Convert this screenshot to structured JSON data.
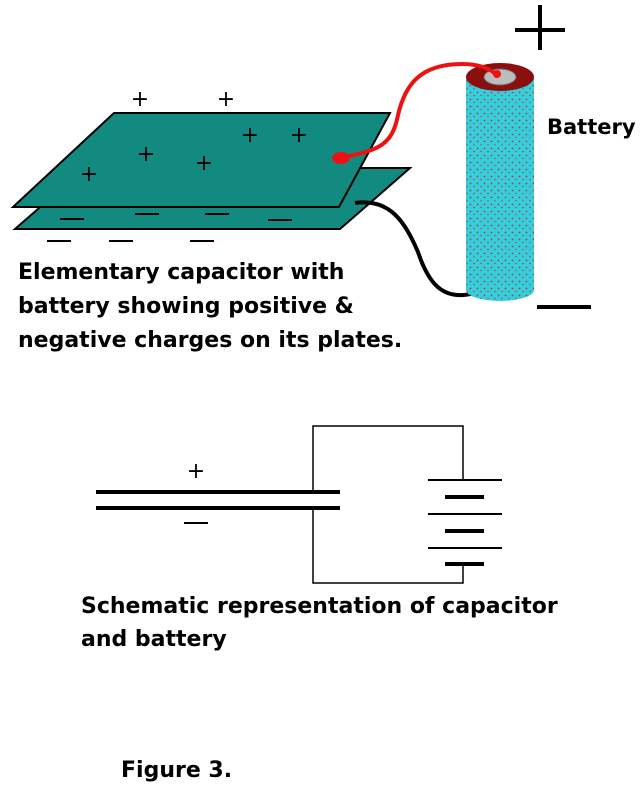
{
  "colors": {
    "plate_fill": "#138a80",
    "battery_body": "#33cfdd",
    "battery_cap": "#8b0f0f",
    "battery_speckle": "#c4343c",
    "red_wire": "#ee1111",
    "black_wire": "#000000",
    "background": "#ffffff"
  },
  "labels": {
    "battery": "Battery",
    "plus": "+",
    "minus": "—"
  },
  "captions": {
    "elementary": [
      "Elementary capacitor with",
      "battery showing positive &",
      "negative charges on its plates."
    ],
    "schematic": [
      "Schematic representation of capacitor",
      "and battery"
    ],
    "figure": "Figure 3."
  }
}
